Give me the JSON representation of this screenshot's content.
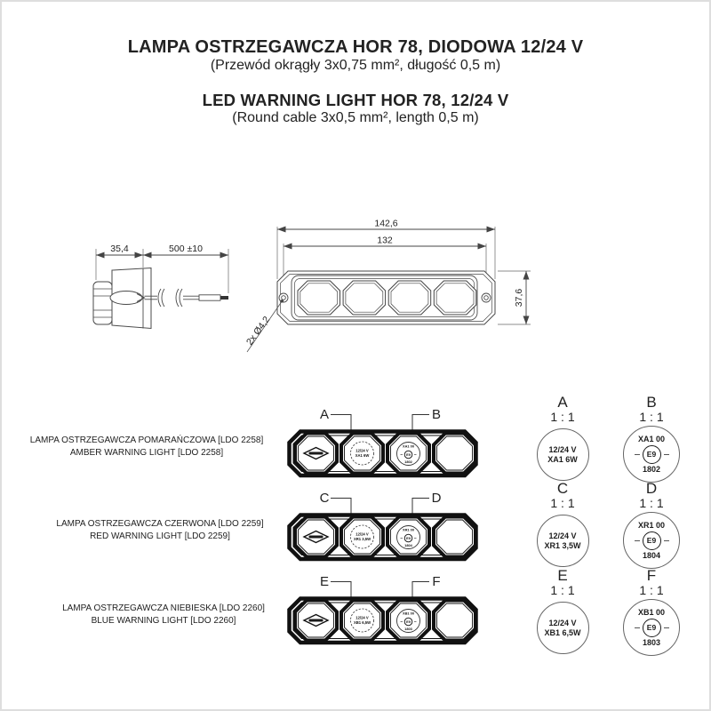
{
  "title_block": {
    "pl_title": "LAMPA OSTRZEGAWCZA HOR 78, DIODOWA 12/24 V",
    "pl_subtitle": "(Przewód okrągły 3x0,75 mm², długość 0,5 m)",
    "en_title": "LED WARNING LIGHT HOR 78, 12/24 V",
    "en_subtitle": "(Round cable 3x0,5 mm², length 0,5 m)"
  },
  "technical_drawing": {
    "side_view": {
      "depth_dim": "35,4",
      "cable_length_dim": "500 ±10"
    },
    "top_view": {
      "overall_width_dim": "142,6",
      "hole_spacing_dim": "132",
      "height_dim": "37,6",
      "mounting_holes_label": "2x Ø4,2"
    }
  },
  "variants": [
    {
      "label_pl": "LAMPA OSTRZEGAWCZA POMARAŃCZOWA [LDO 2258]",
      "label_en": "AMBER WARNING LIGHT [LDO 2258]",
      "detail_left": {
        "letter": "A",
        "scale": "1 : 1",
        "line1": "12/24 V",
        "line2": "XA1 6W"
      },
      "detail_right": {
        "letter": "B",
        "scale": "1 : 1",
        "type_code": "XA1 00",
        "e_mark": "E9",
        "approval_no": "1802"
      }
    },
    {
      "label_pl": "LAMPA OSTRZEGAWCZA CZERWONA [LDO 2259]",
      "label_en": "RED WARNING LIGHT [LDO 2259]",
      "detail_left": {
        "letter": "C",
        "scale": "1 : 1",
        "line1": "12/24 V",
        "line2": "XR1 3,5W"
      },
      "detail_right": {
        "letter": "D",
        "scale": "1 : 1",
        "type_code": "XR1 00",
        "e_mark": "E9",
        "approval_no": "1804"
      }
    },
    {
      "label_pl": "LAMPA OSTRZEGAWCZA NIEBIESKA [LDO 2260]",
      "label_en": "BLUE WARNING LIGHT [LDO 2260]",
      "detail_left": {
        "letter": "E",
        "scale": "1 : 1",
        "line1": "12/24 V",
        "line2": "XB1 6,5W"
      },
      "detail_right": {
        "letter": "F",
        "scale": "1 : 1",
        "type_code": "XB1 00",
        "e_mark": "E9",
        "approval_no": "1803"
      }
    }
  ]
}
